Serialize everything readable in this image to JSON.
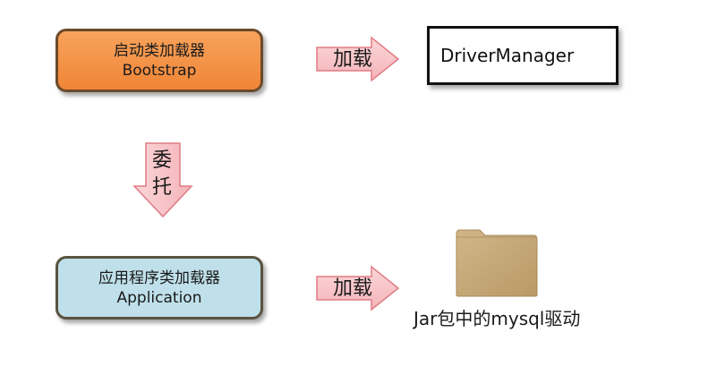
{
  "bootstrap": {
    "line1": "启动类加载器",
    "line2": "Bootstrap"
  },
  "application": {
    "line1": "应用程序类加载器",
    "line2": "Application"
  },
  "load_arrow_top": {
    "label": "加载"
  },
  "load_arrow_bottom": {
    "label": "加载"
  },
  "delegate_arrow": {
    "char1": "委",
    "char2": "托"
  },
  "driver_manager": {
    "label": "DriverManager"
  },
  "jar": {
    "label": "Jar包中的mysql驱动",
    "icon": "folder-icon"
  },
  "colors": {
    "bootstrap_fill": "#ef8536",
    "application_fill": "#bfe0ea",
    "arrow_fill": "#f7c3c6",
    "arrow_stroke": "#e07b84",
    "folder_fill": "#c5a878"
  }
}
